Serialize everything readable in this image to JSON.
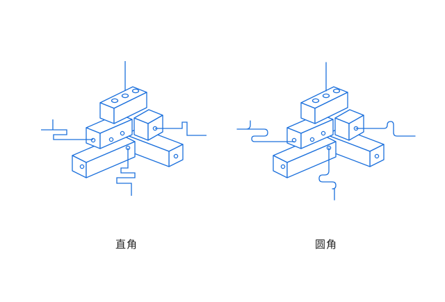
{
  "colors": {
    "background": "#ffffff",
    "line": "#1a6fdc",
    "text": "#222222"
  },
  "panels": [
    {
      "label": "直角",
      "cable_style": "sharp-corners"
    },
    {
      "label": "圆角",
      "cable_style": "rounded-corners"
    }
  ]
}
